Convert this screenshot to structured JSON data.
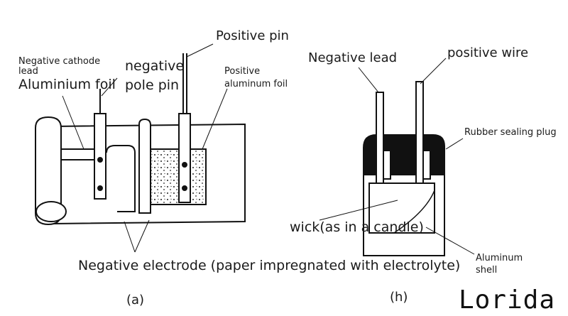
{
  "diagram_a": {
    "negative_cathode_lead": "Negative cathode lead",
    "aluminium_foil": "Aluminium foil",
    "negative_pole_pin": "negative pole pin",
    "positive_pin": "Positive pin",
    "positive_aluminum_foil": "Positive aluminum foil",
    "negative_electrode": "Negative electrode (paper impregnated with electrolyte)",
    "caption": "(a)"
  },
  "diagram_h": {
    "negative_lead": "Negative lead",
    "positive_wire": "positive wire",
    "rubber_sealing_plug": "Rubber sealing plug",
    "wick": "wick(as in a candle)",
    "aluminum_shell": "Aluminum shell",
    "caption": "(h)"
  },
  "brand": "Lorida"
}
